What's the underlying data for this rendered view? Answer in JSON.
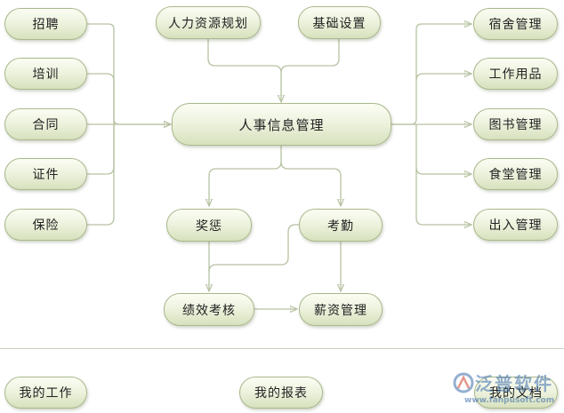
{
  "nodes": {
    "recruit": "招聘",
    "training": "培训",
    "contract": "合同",
    "certificate": "证件",
    "insurance": "保险",
    "hr_planning": "人力资源规划",
    "basic_settings": "基础设置",
    "hr_info_management": "人事信息管理",
    "dormitory": "宿舍管理",
    "work_supplies": "工作用品",
    "books": "图书管理",
    "canteen": "食堂管理",
    "access": "出入管理",
    "rewards_penalties": "奖惩",
    "attendance": "考勤",
    "performance": "绩效考核",
    "salary": "薪资管理",
    "my_work": "我的工作",
    "my_reports": "我的报表",
    "my_documents": "我的文档"
  },
  "watermark": {
    "name": "泛普软件",
    "url": "www.fanpusoft.com"
  },
  "colors": {
    "node_border": "#a9b98d",
    "node_fill_top": "#fbfdf3",
    "node_fill_bottom": "#d7e1bd",
    "connector": "#b6c2a2",
    "arrow": "#8fa07a",
    "watermark": "#3c6eaa"
  }
}
